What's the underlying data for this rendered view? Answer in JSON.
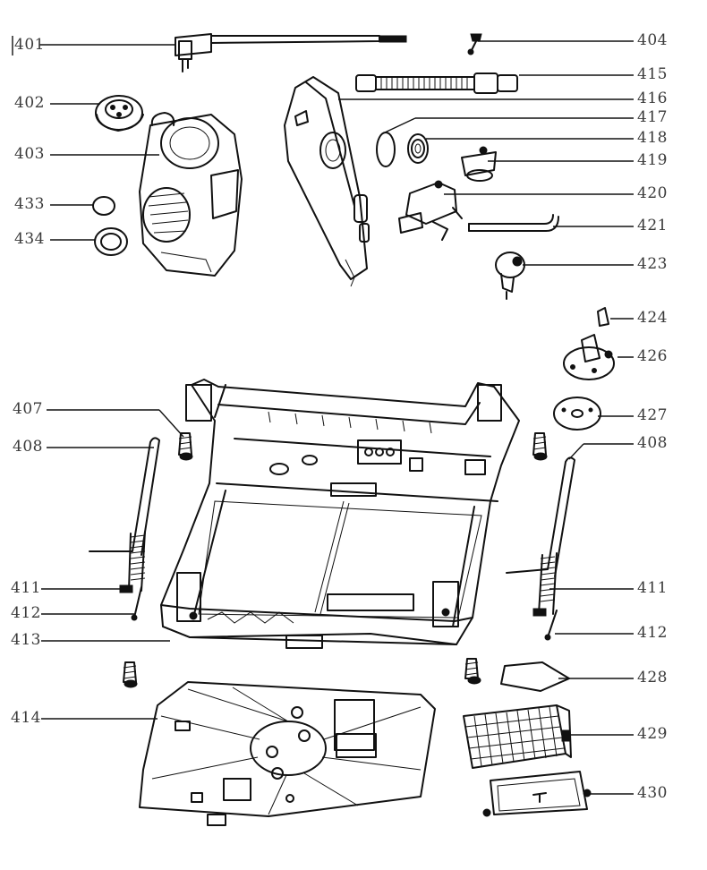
{
  "labels": {
    "l401": "401",
    "l402": "402",
    "l403": "403",
    "l404": "404",
    "l407": "407",
    "l408a": "408",
    "l408b": "408",
    "l411a": "411",
    "l411b": "411",
    "l412a": "412",
    "l412b": "412",
    "l413": "413",
    "l414": "414",
    "l415": "415",
    "l416": "416",
    "l417": "417",
    "l418": "418",
    "l419": "419",
    "l420": "420",
    "l421": "421",
    "l423": "423",
    "l424": "424",
    "l426": "426",
    "l427": "427",
    "l428": "428",
    "l429": "429",
    "l430": "430",
    "l433": "433",
    "l434": "434"
  }
}
